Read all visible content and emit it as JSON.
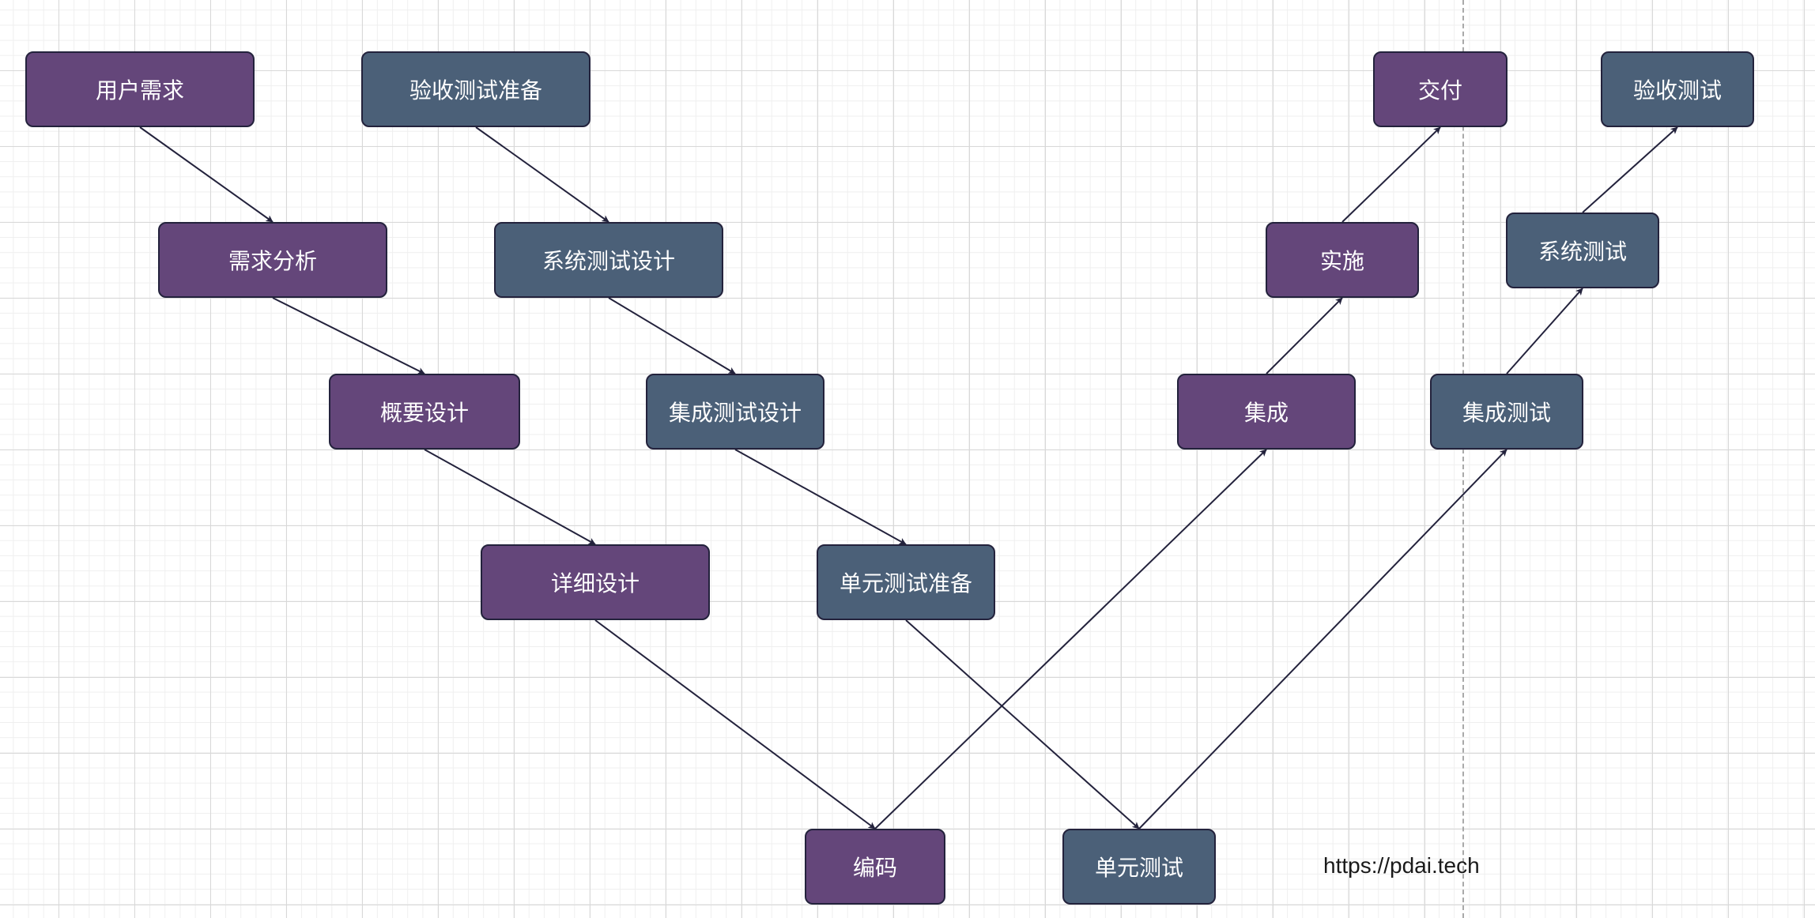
{
  "colors": {
    "development_node": "#64467a",
    "testing_node": "#4b6078",
    "node_border": "#23223c",
    "edge": "#23223c",
    "node_text": "#ffffff"
  },
  "nodes": {
    "user_requirements": "用户需求",
    "requirements_analysis": "需求分析",
    "outline_design": "概要设计",
    "detailed_design": "详细设计",
    "coding": "编码",
    "acceptance_test_prep": "验收测试准备",
    "system_test_design": "系统测试设计",
    "integration_test_design": "集成测试设计",
    "unit_test_prep": "单元测试准备",
    "unit_test": "单元测试",
    "integration": "集成",
    "implementation": "实施",
    "delivery": "交付",
    "integration_test": "集成测试",
    "system_test": "系统测试",
    "acceptance_test": "验收测试"
  },
  "edges": [
    {
      "from": "user_requirements",
      "to": "requirements_analysis"
    },
    {
      "from": "requirements_analysis",
      "to": "outline_design"
    },
    {
      "from": "outline_design",
      "to": "detailed_design"
    },
    {
      "from": "detailed_design",
      "to": "coding"
    },
    {
      "from": "acceptance_test_prep",
      "to": "system_test_design"
    },
    {
      "from": "system_test_design",
      "to": "integration_test_design"
    },
    {
      "from": "integration_test_design",
      "to": "unit_test_prep"
    },
    {
      "from": "unit_test_prep",
      "to": "unit_test"
    },
    {
      "from": "coding",
      "to": "integration"
    },
    {
      "from": "integration",
      "to": "implementation"
    },
    {
      "from": "implementation",
      "to": "delivery"
    },
    {
      "from": "unit_test",
      "to": "integration_test"
    },
    {
      "from": "integration_test",
      "to": "system_test"
    },
    {
      "from": "system_test",
      "to": "acceptance_test"
    }
  ],
  "watermark": "https://pdai.tech"
}
